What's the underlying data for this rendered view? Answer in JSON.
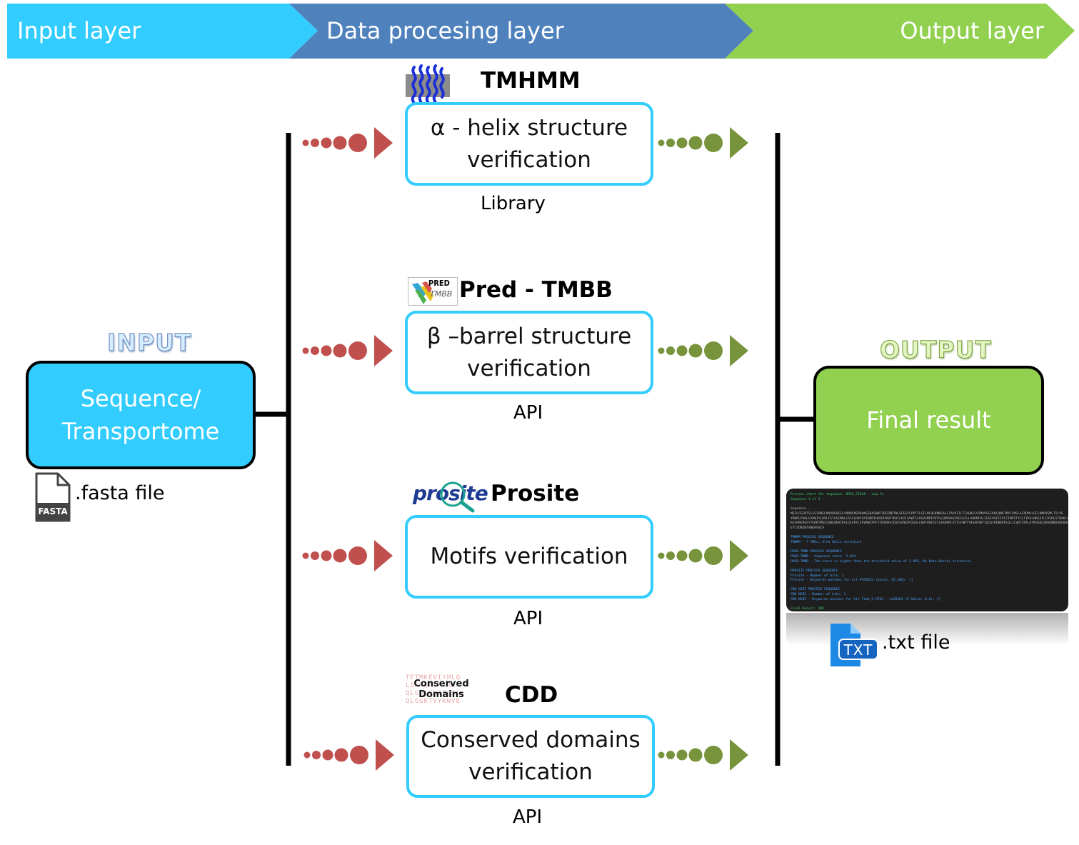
{
  "header": {
    "input_layer": "Input layer",
    "processing_layer": "Data procesing layer",
    "output_layer": "Output layer"
  },
  "input": {
    "heading": "INPUT",
    "box_line1": "Sequence/",
    "box_line2": "Transportome",
    "file_label": ".fasta file",
    "file_icon_text": "FASTA"
  },
  "tools": [
    {
      "title": "TMHMM",
      "line1": "α - helix structure",
      "line2": "verification",
      "access": "Library"
    },
    {
      "title": "Pred - TMBB",
      "line1": "β –barrel structure",
      "line2": "verification",
      "access": "API",
      "logo_text1": "PRED",
      "logo_text2": "TMBB"
    },
    {
      "title": "Prosite",
      "line1": "Motifs verification",
      "line2": "",
      "access": "API",
      "logo_text": "prosite"
    },
    {
      "title": "CDD",
      "line1": "Conserved domains",
      "line2": "verification",
      "access": "API",
      "logo_text1": "Conserved",
      "logo_text2": "Domains"
    }
  ],
  "output": {
    "heading": "OUTPUT",
    "box_text": "Final result",
    "file_label": ".txt file",
    "file_icon_text": "TXT"
  },
  "console": {
    "lines": [
      "Process start for sequence: SR2A_CEELB - seq.fa",
      "Sequence 1 of 1",
      "",
      "Sequence - MEILCEENTSLSSIPNSLMQVDGDSGLYRNDFNSRDANSSDASNWTIDGENRTNLSFEGYLPPTCLSILHLQEKNWSALLTAVVIILTIAGNILVIMAVSLEKKLQNATNYFLMSLAIADMLLGFLVMPVSMLTILYG",
      "YRWPLPSKLCAVWIYLDVLFSTASIMHLCAISLDRYVAIQNPIHHSRFNSRTKAFLKIIAVWTISVGVSMPIPVFGLQDDSKVFKEGSCLLADDNFVLIGSFVAFFIPLTIMVITYFLTIKSLQKEATLCVSDLSTRAKLASFSFLPQSSLSSEKLFQ",
      "RSIHREPGSYTGRRTMQSISNEQKACKVLGIVFFLFVVMWCPFFITNIMAVICKESCNEDVIGALLNVFVWIGYLSSAVNPLVYTLFNKTYRSAFSRYIQCQYKENKKPLQLILVNTIPALAYKSSQLQAGQNKDSKEDAEPTDNDCSMVTLGKQQSE",
      "ETCTDNINTVNEKVSCV",
      "",
      "TMHMM PROCESS SEQUENCE",
      "TMHMM - 7 TMHs; Alfa Helix structure",
      "",
      "PRED-TMBB PROCESS SEQUENCE",
      "PRED-TMBB - Sequence score: 3.034",
      "PRED-TMBB - The score is higher than the threshold value of 2.965; No Beta Barrel structure.",
      "",
      "PROSITE PROCESS SEQUENCE",
      "Prosite - Number of hits: 1",
      "Prosite - Keywords matches for hit PS50262 (Score: 45.186): []",
      "",
      "CDD NCBI PROCESS SEQUENCE",
      "CDD NCBI - Number of hits: 1",
      "CDD NCBI - Keywords matches for hit 7tmA_5-HT2A - cd15304 (E-Value: 0.0): []",
      "",
      "Final Result: 205"
    ]
  },
  "colors": {
    "input_cyan": "#33ccff",
    "process_blue": "#4f81bd",
    "output_green": "#92d050",
    "arrow_red": "#c0504d",
    "arrow_green": "#77933c"
  }
}
